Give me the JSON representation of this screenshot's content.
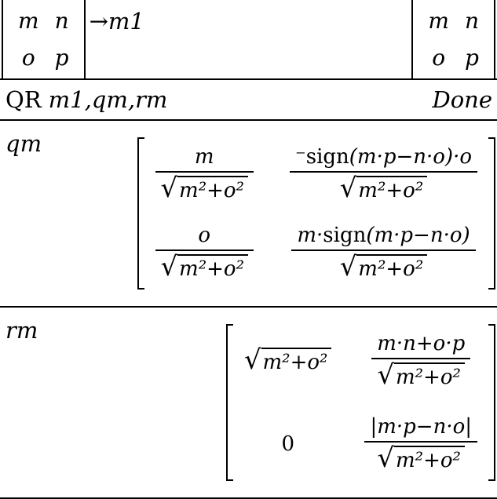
{
  "symbols": {
    "radical": "√"
  },
  "entry1": {
    "input_matrix": {
      "r0c0": "m",
      "r0c1": "n",
      "r1c0": "o",
      "r1c1": "p"
    },
    "assign_arrow": "→",
    "assign_target": "m1",
    "output_matrix": {
      "r0c0": "m",
      "r0c1": "n",
      "r1c0": "o",
      "r1c1": "p"
    }
  },
  "entry2": {
    "command": "QR",
    "arguments": "m1,qm,rm",
    "result": "Done"
  },
  "entry3": {
    "label": "qm",
    "matrix": {
      "r0c0": {
        "num": "m",
        "radicand": "m²+o²"
      },
      "r0c1": {
        "num_prefix": "⁻sign",
        "num_rest": "(m·p−n·o)·o",
        "radicand": "m²+o²"
      },
      "r1c0": {
        "num": "o",
        "radicand": "m²+o²"
      },
      "r1c1": {
        "num_p1": "m·",
        "num_p2": "sign",
        "num_p3": "(m·p−n·o)",
        "radicand": "m²+o²"
      }
    }
  },
  "entry4": {
    "label": "rm",
    "matrix": {
      "r0c0": {
        "radicand": "m²+o²"
      },
      "r0c1": {
        "num": "m·n+o·p",
        "radicand": "m²+o²"
      },
      "r1c0": {
        "value": "0"
      },
      "r1c1": {
        "num": "|m·p−n·o|",
        "radicand": "m²+o²"
      }
    }
  }
}
